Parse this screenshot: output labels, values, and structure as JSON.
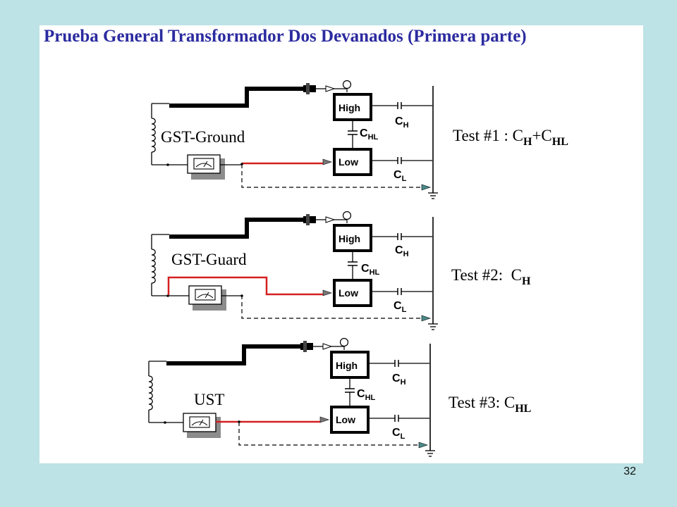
{
  "slide": {
    "title": "Prueba General Transformador Dos Devanados (Primera parte)",
    "page_number": "32"
  },
  "diagram": {
    "high_label": "High",
    "low_label": "Low",
    "cap_letter": "C",
    "sub_h": "H",
    "sub_hl": "HL",
    "sub_l": "L",
    "wire_color_red": "#d42020",
    "modes": [
      {
        "name": "GST-Ground",
        "test_prefix": "Test #1 : ",
        "test_terms": [
          {
            "text": "C",
            "sub": "H"
          },
          {
            "text": "+C",
            "sub": "HL"
          }
        ]
      },
      {
        "name": "GST-Guard",
        "test_prefix": "Test #2:  ",
        "test_terms": [
          {
            "text": "C",
            "sub": "H"
          }
        ]
      },
      {
        "name": "UST",
        "test_prefix": "Test #3: ",
        "test_terms": [
          {
            "text": "C",
            "sub": "HL"
          }
        ]
      }
    ]
  }
}
